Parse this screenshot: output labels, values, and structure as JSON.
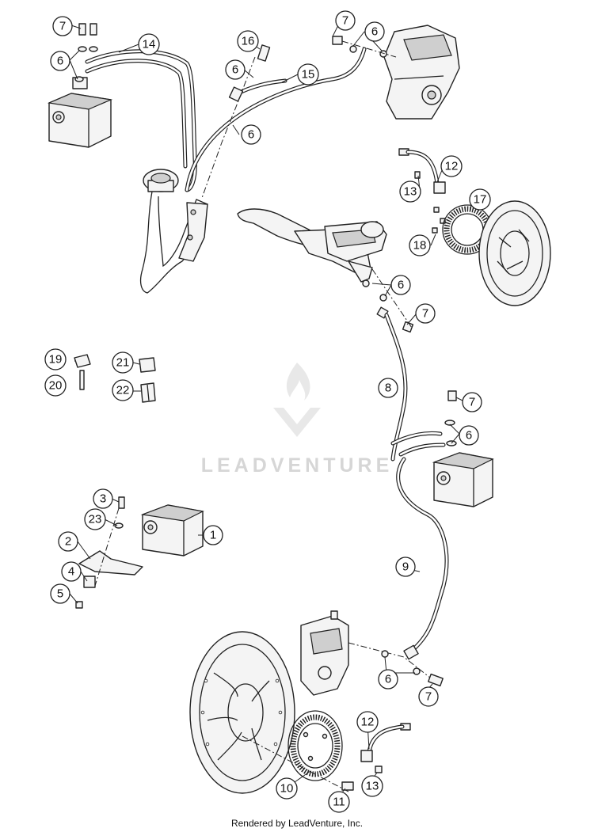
{
  "callouts": [
    {
      "id": "c-7-a",
      "label": "7"
    },
    {
      "id": "c-6-a",
      "label": "6"
    },
    {
      "id": "c-14",
      "label": "14"
    },
    {
      "id": "c-16",
      "label": "16"
    },
    {
      "id": "c-6-b",
      "label": "6"
    },
    {
      "id": "c-15",
      "label": "15"
    },
    {
      "id": "c-6-c",
      "label": "6"
    },
    {
      "id": "c-7-b",
      "label": "7"
    },
    {
      "id": "c-6-d",
      "label": "6"
    },
    {
      "id": "c-12-a",
      "label": "12"
    },
    {
      "id": "c-13-a",
      "label": "13"
    },
    {
      "id": "c-17",
      "label": "17"
    },
    {
      "id": "c-18",
      "label": "18"
    },
    {
      "id": "c-6-e",
      "label": "6"
    },
    {
      "id": "c-7-c",
      "label": "7"
    },
    {
      "id": "c-19",
      "label": "19"
    },
    {
      "id": "c-21",
      "label": "21"
    },
    {
      "id": "c-20",
      "label": "20"
    },
    {
      "id": "c-22",
      "label": "22"
    },
    {
      "id": "c-8",
      "label": "8"
    },
    {
      "id": "c-7-d",
      "label": "7"
    },
    {
      "id": "c-6-f",
      "label": "6"
    },
    {
      "id": "c-3",
      "label": "3"
    },
    {
      "id": "c-23",
      "label": "23"
    },
    {
      "id": "c-1",
      "label": "1"
    },
    {
      "id": "c-2",
      "label": "2"
    },
    {
      "id": "c-4",
      "label": "4"
    },
    {
      "id": "c-5",
      "label": "5"
    },
    {
      "id": "c-9",
      "label": "9"
    },
    {
      "id": "c-6-g",
      "label": "6"
    },
    {
      "id": "c-7-e",
      "label": "7"
    },
    {
      "id": "c-12-b",
      "label": "12"
    },
    {
      "id": "c-10",
      "label": "10"
    },
    {
      "id": "c-11",
      "label": "11"
    },
    {
      "id": "c-13-b",
      "label": "13"
    }
  ],
  "watermark": "LEADVENTURE",
  "footer": "Rendered by LeadVenture, Inc."
}
